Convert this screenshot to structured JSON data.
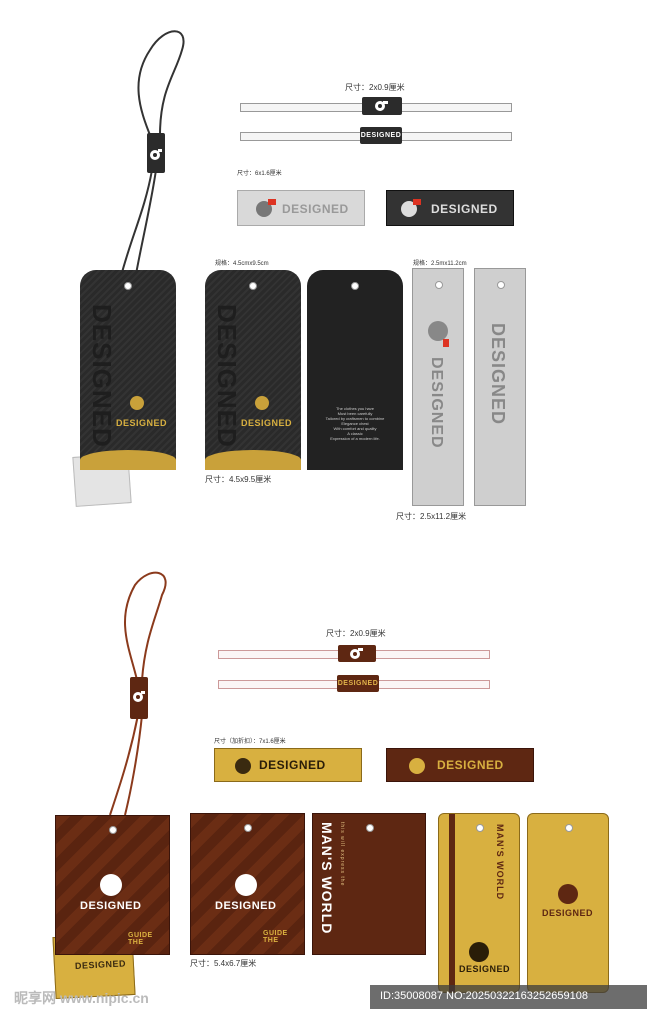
{
  "brand": "DESIGNED",
  "colors": {
    "dark": "#2b2b2b",
    "brown": "#5e2712",
    "gold": "#c9a13a",
    "grey": "#cfcfcf",
    "yellow": "#d8b040"
  },
  "top_section": {
    "seal_size": "尺寸：2x0.9厘米",
    "seal_strip_label": "DESIGNED",
    "label_size": "尺寸：6x1.6厘米",
    "tag_spec_left": "规格：4.5cmx9.5cm",
    "tag_size_left": "尺寸：4.5x9.5厘米",
    "tag_spec_right": "规格：2.5mx11.2cm",
    "tag_size_right": "尺寸：2.5x11.2厘米",
    "vertical_word": "DESIGNED",
    "back_text": "The clothes you have\nMust been carefully\nTailored by craftsmen to combine\nElegance chest\nWith comfort and quality\nA classic\nExpression of a modern life."
  },
  "bottom_section": {
    "seal_size": "尺寸：2x0.9厘米",
    "seal_strip_label": "DESIGNED",
    "label_size": "尺寸（加折扣）：7x1.6厘米",
    "guide_text": "GUIDE THE",
    "tag_size": "尺寸：5.4x6.7厘米",
    "mans_world": "MAN'S WORLD",
    "mans_world_small": "this will express the"
  },
  "footer": {
    "watermark": "昵享网 www.nipic.cn",
    "id_text": "ID:35008087 NO:20250322163252659108"
  }
}
